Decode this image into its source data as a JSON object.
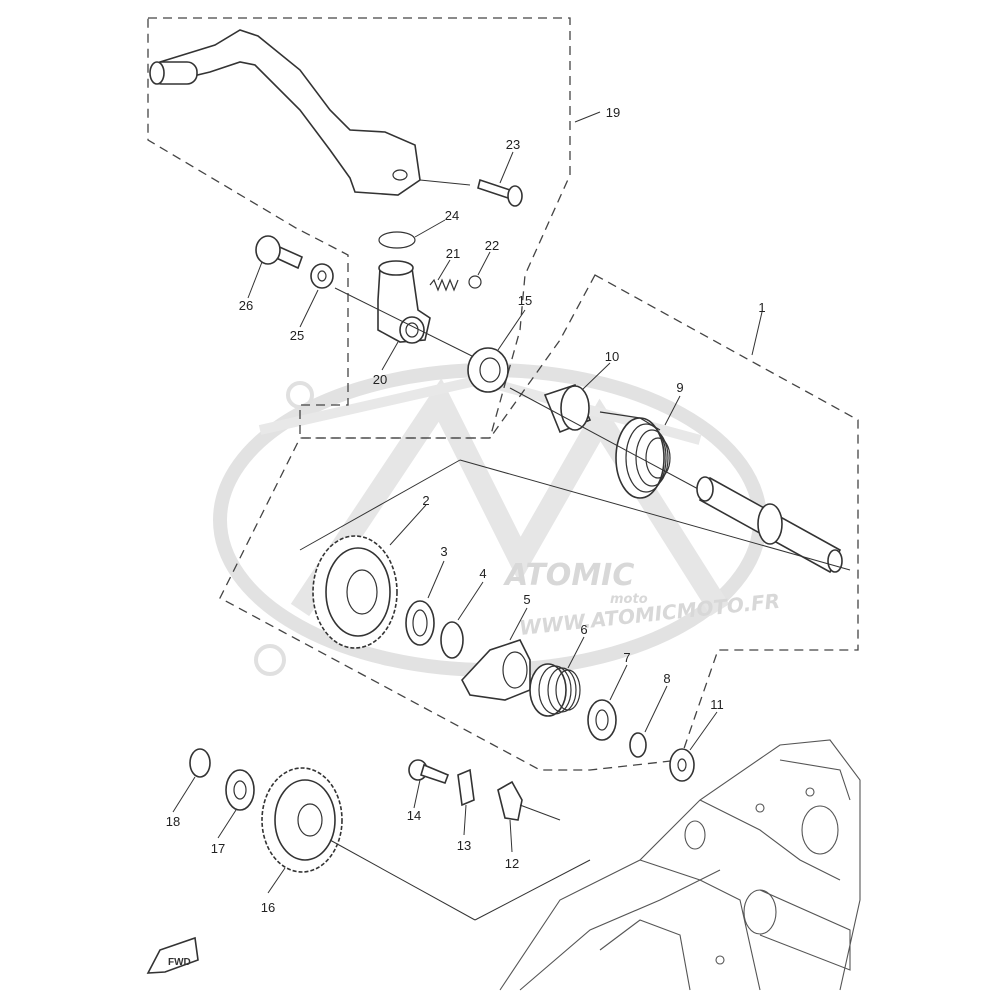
{
  "watermark": {
    "brand": "ATOMIC",
    "brand_sub": "moto",
    "url": "WWW.ATOMICMOTO.FR"
  },
  "fwd_label": "FWD",
  "callouts": [
    {
      "id": "c1",
      "text": "1"
    },
    {
      "id": "c2",
      "text": "2"
    },
    {
      "id": "c3",
      "text": "3"
    },
    {
      "id": "c4",
      "text": "4"
    },
    {
      "id": "c5",
      "text": "5"
    },
    {
      "id": "c6",
      "text": "6"
    },
    {
      "id": "c7",
      "text": "7"
    },
    {
      "id": "c8",
      "text": "8"
    },
    {
      "id": "c9",
      "text": "9"
    },
    {
      "id": "c10",
      "text": "10"
    },
    {
      "id": "c11",
      "text": "11"
    },
    {
      "id": "c12",
      "text": "12"
    },
    {
      "id": "c13",
      "text": "13"
    },
    {
      "id": "c14",
      "text": "14"
    },
    {
      "id": "c15",
      "text": "15"
    },
    {
      "id": "c16",
      "text": "16"
    },
    {
      "id": "c17",
      "text": "17"
    },
    {
      "id": "c18",
      "text": "18"
    },
    {
      "id": "c19",
      "text": "19"
    },
    {
      "id": "c20",
      "text": "20"
    },
    {
      "id": "c21",
      "text": "21"
    },
    {
      "id": "c22",
      "text": "22"
    },
    {
      "id": "c23",
      "text": "23"
    },
    {
      "id": "c24",
      "text": "24"
    },
    {
      "id": "c25",
      "text": "25"
    },
    {
      "id": "c26",
      "text": "26"
    }
  ]
}
